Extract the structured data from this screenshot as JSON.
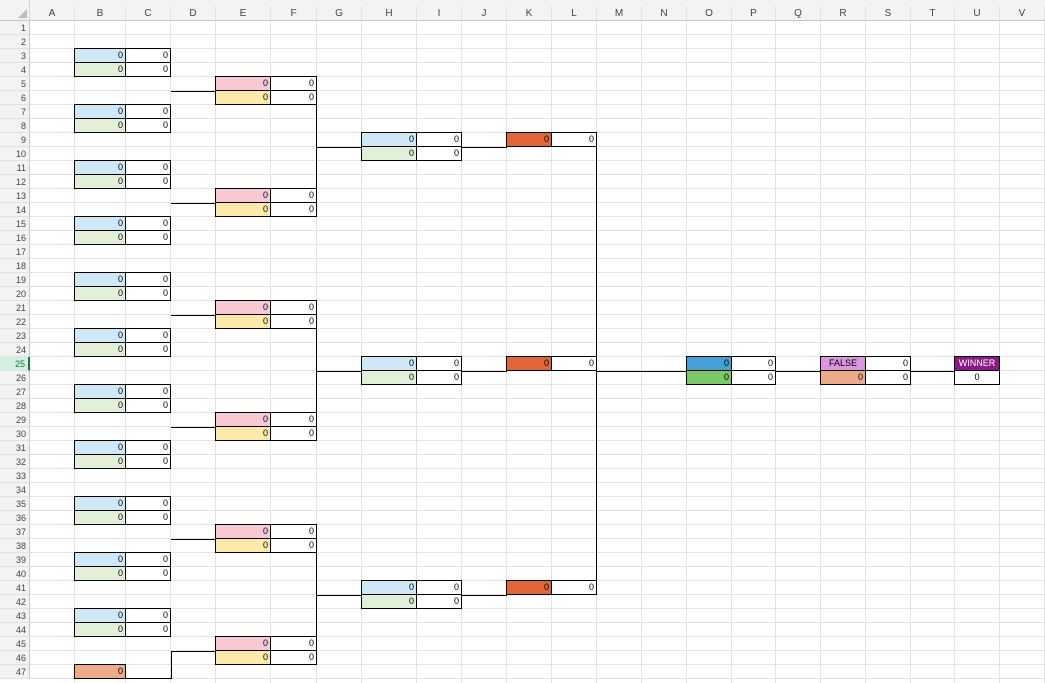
{
  "columns": [
    "A",
    "B",
    "C",
    "D",
    "E",
    "F",
    "G",
    "H",
    "I",
    "J",
    "K",
    "L",
    "M",
    "N",
    "O",
    "P",
    "Q",
    "R",
    "S",
    "T",
    "U",
    "V"
  ],
  "rows": [
    "1",
    "2",
    "3",
    "4",
    "5",
    "6",
    "7",
    "8",
    "9",
    "10",
    "11",
    "12",
    "13",
    "14",
    "15",
    "16",
    "17",
    "18",
    "19",
    "20",
    "21",
    "22",
    "23",
    "24",
    "25",
    "26",
    "27",
    "28",
    "29",
    "30",
    "31",
    "32",
    "33",
    "34",
    "35",
    "36",
    "37",
    "38",
    "39",
    "40",
    "41",
    "42",
    "43",
    "44",
    "45",
    "46",
    "47"
  ],
  "active_row": "25",
  "colors": {
    "blue_light": "#cfe8f5",
    "green_light": "#e2efd9",
    "pink": "#f9c9d3",
    "yellow": "#fde9a7",
    "orange": "#e0663a",
    "blue_dark": "#45a0d8",
    "green_dark": "#7cc766",
    "violet": "#dc96e0",
    "salmon": "#ecaa8a",
    "purple": "#8b1a86"
  },
  "cells": [
    {
      "col": "B",
      "row": 3,
      "text": "0",
      "fill": "blue_light"
    },
    {
      "col": "C",
      "row": 3,
      "text": "0"
    },
    {
      "col": "B",
      "row": 4,
      "text": "0",
      "fill": "green_light"
    },
    {
      "col": "C",
      "row": 4,
      "text": "0"
    },
    {
      "col": "B",
      "row": 7,
      "text": "0",
      "fill": "blue_light"
    },
    {
      "col": "C",
      "row": 7,
      "text": "0"
    },
    {
      "col": "B",
      "row": 8,
      "text": "0",
      "fill": "green_light"
    },
    {
      "col": "C",
      "row": 8,
      "text": "0"
    },
    {
      "col": "B",
      "row": 11,
      "text": "0",
      "fill": "blue_light"
    },
    {
      "col": "C",
      "row": 11,
      "text": "0"
    },
    {
      "col": "B",
      "row": 12,
      "text": "0",
      "fill": "green_light"
    },
    {
      "col": "C",
      "row": 12,
      "text": "0"
    },
    {
      "col": "B",
      "row": 15,
      "text": "0",
      "fill": "blue_light"
    },
    {
      "col": "C",
      "row": 15,
      "text": "0"
    },
    {
      "col": "B",
      "row": 16,
      "text": "0",
      "fill": "green_light"
    },
    {
      "col": "C",
      "row": 16,
      "text": "0"
    },
    {
      "col": "B",
      "row": 19,
      "text": "0",
      "fill": "blue_light"
    },
    {
      "col": "C",
      "row": 19,
      "text": "0"
    },
    {
      "col": "B",
      "row": 20,
      "text": "0",
      "fill": "green_light"
    },
    {
      "col": "C",
      "row": 20,
      "text": "0"
    },
    {
      "col": "B",
      "row": 23,
      "text": "0",
      "fill": "blue_light"
    },
    {
      "col": "C",
      "row": 23,
      "text": "0"
    },
    {
      "col": "B",
      "row": 24,
      "text": "0",
      "fill": "green_light"
    },
    {
      "col": "C",
      "row": 24,
      "text": "0"
    },
    {
      "col": "B",
      "row": 27,
      "text": "0",
      "fill": "blue_light"
    },
    {
      "col": "C",
      "row": 27,
      "text": "0"
    },
    {
      "col": "B",
      "row": 28,
      "text": "0",
      "fill": "green_light"
    },
    {
      "col": "C",
      "row": 28,
      "text": "0"
    },
    {
      "col": "B",
      "row": 31,
      "text": "0",
      "fill": "blue_light"
    },
    {
      "col": "C",
      "row": 31,
      "text": "0"
    },
    {
      "col": "B",
      "row": 32,
      "text": "0",
      "fill": "green_light"
    },
    {
      "col": "C",
      "row": 32,
      "text": "0"
    },
    {
      "col": "B",
      "row": 35,
      "text": "0",
      "fill": "blue_light"
    },
    {
      "col": "C",
      "row": 35,
      "text": "0"
    },
    {
      "col": "B",
      "row": 36,
      "text": "0",
      "fill": "green_light"
    },
    {
      "col": "C",
      "row": 36,
      "text": "0"
    },
    {
      "col": "B",
      "row": 39,
      "text": "0",
      "fill": "blue_light"
    },
    {
      "col": "C",
      "row": 39,
      "text": "0"
    },
    {
      "col": "B",
      "row": 40,
      "text": "0",
      "fill": "green_light"
    },
    {
      "col": "C",
      "row": 40,
      "text": "0"
    },
    {
      "col": "B",
      "row": 43,
      "text": "0",
      "fill": "blue_light"
    },
    {
      "col": "C",
      "row": 43,
      "text": "0"
    },
    {
      "col": "B",
      "row": 44,
      "text": "0",
      "fill": "green_light"
    },
    {
      "col": "C",
      "row": 44,
      "text": "0"
    },
    {
      "col": "B",
      "row": 47,
      "text": "0",
      "fill": "salmon"
    },
    {
      "col": "E",
      "row": 5,
      "text": "0",
      "fill": "pink"
    },
    {
      "col": "F",
      "row": 5,
      "text": "0"
    },
    {
      "col": "E",
      "row": 6,
      "text": "0",
      "fill": "yellow"
    },
    {
      "col": "F",
      "row": 6,
      "text": "0"
    },
    {
      "col": "E",
      "row": 13,
      "text": "0",
      "fill": "pink"
    },
    {
      "col": "F",
      "row": 13,
      "text": "0"
    },
    {
      "col": "E",
      "row": 14,
      "text": "0",
      "fill": "yellow"
    },
    {
      "col": "F",
      "row": 14,
      "text": "0"
    },
    {
      "col": "E",
      "row": 21,
      "text": "0",
      "fill": "pink"
    },
    {
      "col": "F",
      "row": 21,
      "text": "0"
    },
    {
      "col": "E",
      "row": 22,
      "text": "0",
      "fill": "yellow"
    },
    {
      "col": "F",
      "row": 22,
      "text": "0"
    },
    {
      "col": "E",
      "row": 29,
      "text": "0",
      "fill": "pink"
    },
    {
      "col": "F",
      "row": 29,
      "text": "0"
    },
    {
      "col": "E",
      "row": 30,
      "text": "0",
      "fill": "yellow"
    },
    {
      "col": "F",
      "row": 30,
      "text": "0"
    },
    {
      "col": "E",
      "row": 37,
      "text": "0",
      "fill": "pink"
    },
    {
      "col": "F",
      "row": 37,
      "text": "0"
    },
    {
      "col": "E",
      "row": 38,
      "text": "0",
      "fill": "yellow"
    },
    {
      "col": "F",
      "row": 38,
      "text": "0"
    },
    {
      "col": "E",
      "row": 45,
      "text": "0",
      "fill": "pink"
    },
    {
      "col": "F",
      "row": 45,
      "text": "0"
    },
    {
      "col": "E",
      "row": 46,
      "text": "0",
      "fill": "yellow"
    },
    {
      "col": "F",
      "row": 46,
      "text": "0"
    },
    {
      "col": "H",
      "row": 9,
      "text": "0",
      "fill": "blue_light"
    },
    {
      "col": "I",
      "row": 9,
      "text": "0"
    },
    {
      "col": "H",
      "row": 10,
      "text": "0",
      "fill": "green_light"
    },
    {
      "col": "I",
      "row": 10,
      "text": "0"
    },
    {
      "col": "H",
      "row": 25,
      "text": "0",
      "fill": "blue_light"
    },
    {
      "col": "I",
      "row": 25,
      "text": "0"
    },
    {
      "col": "H",
      "row": 26,
      "text": "0",
      "fill": "green_light"
    },
    {
      "col": "I",
      "row": 26,
      "text": "0"
    },
    {
      "col": "H",
      "row": 41,
      "text": "0",
      "fill": "blue_light"
    },
    {
      "col": "I",
      "row": 41,
      "text": "0"
    },
    {
      "col": "H",
      "row": 42,
      "text": "0",
      "fill": "green_light"
    },
    {
      "col": "I",
      "row": 42,
      "text": "0"
    },
    {
      "col": "K",
      "row": 9,
      "text": "0",
      "fill": "orange"
    },
    {
      "col": "L",
      "row": 9,
      "text": "0"
    },
    {
      "col": "K",
      "row": 25,
      "text": "0",
      "fill": "orange"
    },
    {
      "col": "L",
      "row": 25,
      "text": "0"
    },
    {
      "col": "K",
      "row": 41,
      "text": "0",
      "fill": "orange"
    },
    {
      "col": "L",
      "row": 41,
      "text": "0"
    },
    {
      "col": "O",
      "row": 25,
      "text": "0",
      "fill": "blue_dark"
    },
    {
      "col": "P",
      "row": 25,
      "text": "0"
    },
    {
      "col": "O",
      "row": 26,
      "text": "0",
      "fill": "green_dark"
    },
    {
      "col": "P",
      "row": 26,
      "text": "0"
    },
    {
      "col": "R",
      "row": 25,
      "text": "FALSE",
      "fill": "violet",
      "align": "center"
    },
    {
      "col": "S",
      "row": 25,
      "text": "0"
    },
    {
      "col": "R",
      "row": 26,
      "text": "0",
      "fill": "salmon"
    },
    {
      "col": "S",
      "row": 26,
      "text": "0"
    },
    {
      "col": "U",
      "row": 25,
      "text": "WINNER",
      "fill": "purple",
      "align": "center",
      "color": "#ffffff"
    },
    {
      "col": "U",
      "row": 26,
      "text": "0",
      "align": "center"
    }
  ]
}
